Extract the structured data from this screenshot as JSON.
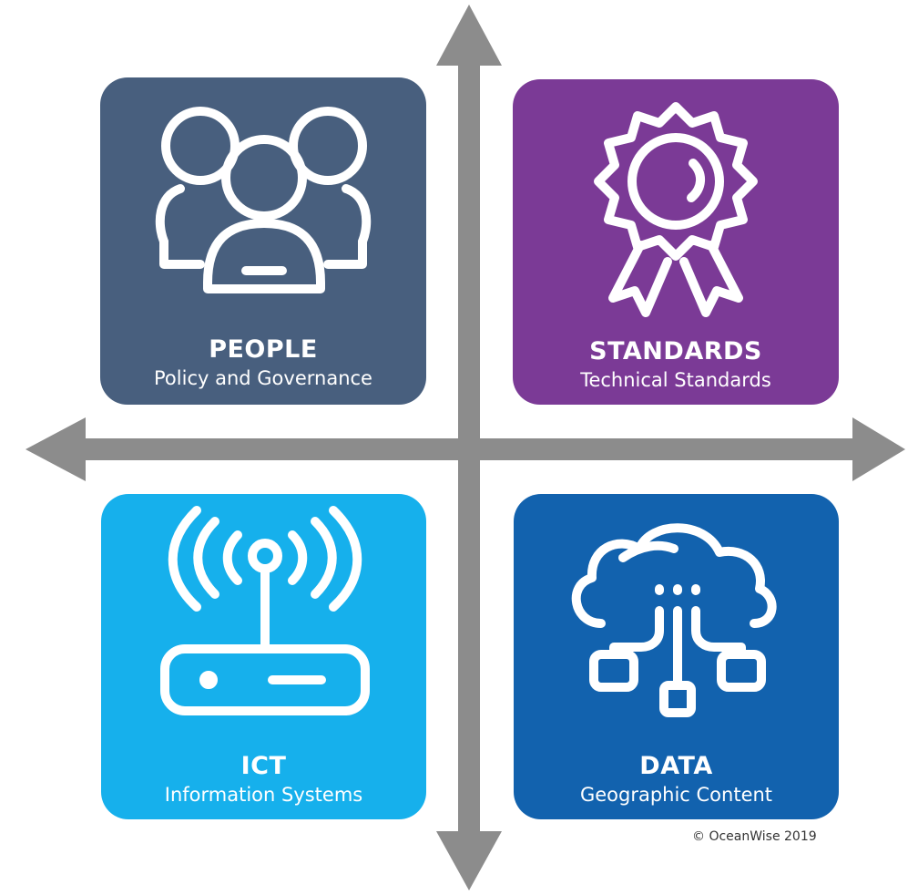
{
  "quadrants": {
    "people": {
      "title": "PEOPLE",
      "subtitle": "Policy and Governance",
      "color": "#485f7e",
      "icon": "people-group-icon"
    },
    "standards": {
      "title": "STANDARDS",
      "subtitle": "Technical Standards",
      "color": "#7b3a96",
      "icon": "award-rosette-icon"
    },
    "ict": {
      "title": "ICT",
      "subtitle": "Information Systems",
      "color": "#16b0ec",
      "icon": "wireless-router-icon"
    },
    "data": {
      "title": "DATA",
      "subtitle": "Geographic Content",
      "color": "#1262ae",
      "icon": "cloud-network-icon"
    }
  },
  "axis_color": "#8c8c8c",
  "copyright": "© OceanWise 2019"
}
